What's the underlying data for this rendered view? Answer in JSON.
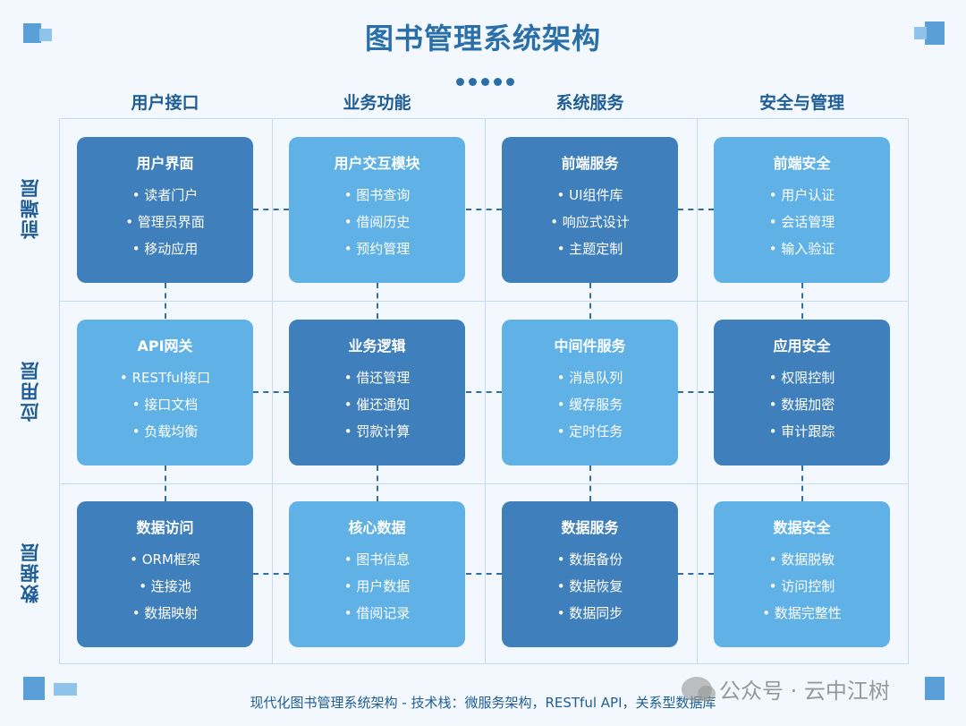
{
  "title": "图书管理系统架构",
  "columns": [
    "用户接口",
    "业务功能",
    "系统服务",
    "安全与管理"
  ],
  "rows": [
    "前端层",
    "应用层",
    "数据层"
  ],
  "cards": [
    [
      {
        "title": "用户界面",
        "items": [
          "• 读者门户",
          "• 管理员界面",
          "• 移动应用"
        ],
        "tone": "dark"
      },
      {
        "title": "用户交互模块",
        "items": [
          "• 图书查询",
          "• 借阅历史",
          "• 预约管理"
        ],
        "tone": "light"
      },
      {
        "title": "前端服务",
        "items": [
          "• UI组件库",
          "• 响应式设计",
          "• 主题定制"
        ],
        "tone": "dark"
      },
      {
        "title": "前端安全",
        "items": [
          "• 用户认证",
          "• 会话管理",
          "• 输入验证"
        ],
        "tone": "light"
      }
    ],
    [
      {
        "title": "API网关",
        "items": [
          "• RESTful接口",
          "• 接口文档",
          "• 负载均衡"
        ],
        "tone": "light"
      },
      {
        "title": "业务逻辑",
        "items": [
          "• 借还管理",
          "• 催还通知",
          "• 罚款计算"
        ],
        "tone": "dark"
      },
      {
        "title": "中间件服务",
        "items": [
          "• 消息队列",
          "• 缓存服务",
          "• 定时任务"
        ],
        "tone": "light"
      },
      {
        "title": "应用安全",
        "items": [
          "• 权限控制",
          "• 数据加密",
          "• 审计跟踪"
        ],
        "tone": "dark"
      }
    ],
    [
      {
        "title": "数据访问",
        "items": [
          "• ORM框架",
          "• 连接池",
          "• 数据映射"
        ],
        "tone": "dark"
      },
      {
        "title": "核心数据",
        "items": [
          "• 图书信息",
          "• 用户数据",
          "• 借阅记录"
        ],
        "tone": "light"
      },
      {
        "title": "数据服务",
        "items": [
          "• 数据备份",
          "• 数据恢复",
          "• 数据同步"
        ],
        "tone": "dark"
      },
      {
        "title": "数据安全",
        "items": [
          "• 数据脱敏",
          "• 访问控制",
          "• 数据完整性"
        ],
        "tone": "light"
      }
    ]
  ],
  "footer": "现代化图书管理系统架构 - 技术栈：微服务架构，RESTful API，关系型数据库",
  "watermark": "公众号 · 云中江树",
  "colors": {
    "dark": "#3f7fbb",
    "light": "#5fb1e6",
    "accent": "#2b6fa8",
    "background": "#f2f8fd"
  }
}
